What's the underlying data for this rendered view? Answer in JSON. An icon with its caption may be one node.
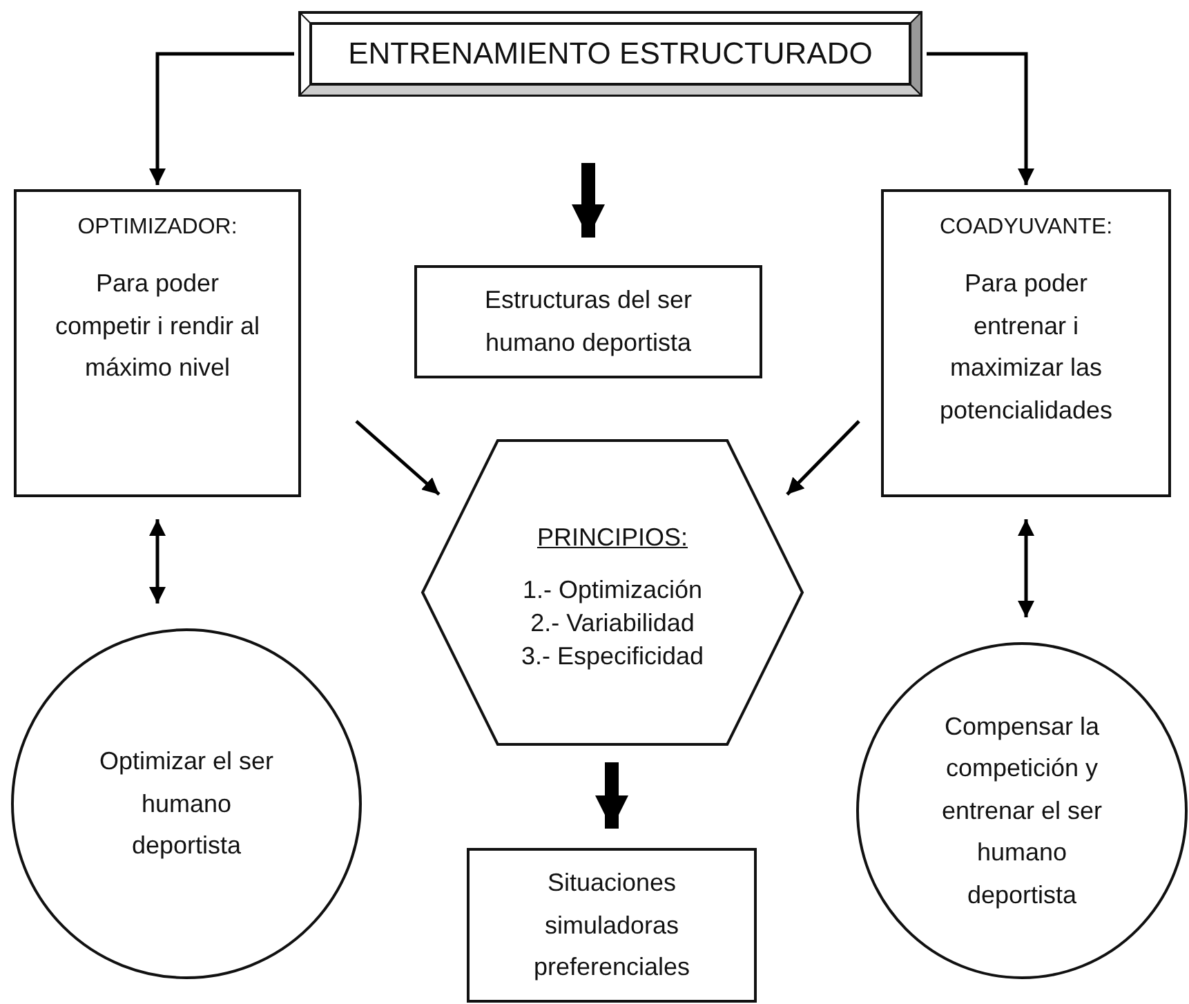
{
  "diagram": {
    "nodes": [
      {
        "text": [
          "ENTRENAMIENTO ESTRUCTURADO"
        ]
      },
      {
        "text": [
          "OPTIMIZADOR:",
          "Para poder competir i rendir al máximo nivel"
        ]
      },
      {
        "text": [
          "Estructuras del ser humano deportista"
        ]
      },
      {
        "text": [
          "COADYUVANTE:",
          "Para poder entrenar i maximizar las potencialidades"
        ]
      },
      {
        "text": [
          "PRINCIPIOS:",
          "1.- Optimización",
          "2.- Variabilidad",
          "3.- Especificidad"
        ]
      },
      {
        "text": [
          "Optimizar el ser humano deportista"
        ]
      },
      {
        "text": [
          "Situaciones simuladoras preferenciales"
        ]
      },
      {
        "text": [
          "Compensar la competición y entrenar el ser humano deportista"
        ]
      }
    ],
    "edges": [
      {
        "from": 0,
        "to": 1,
        "arrow": "to"
      },
      {
        "from": 0,
        "to": 2,
        "arrow": "to",
        "style": "thick"
      },
      {
        "from": 0,
        "to": 3,
        "arrow": "to"
      },
      {
        "from": 1,
        "to": 4,
        "arrow": "to"
      },
      {
        "from": 3,
        "to": 4,
        "arrow": "to"
      },
      {
        "from": 1,
        "to": 5,
        "arrow": "both"
      },
      {
        "from": 3,
        "to": 7,
        "arrow": "both"
      },
      {
        "from": 4,
        "to": 6,
        "arrow": "to",
        "style": "thick"
      }
    ]
  }
}
